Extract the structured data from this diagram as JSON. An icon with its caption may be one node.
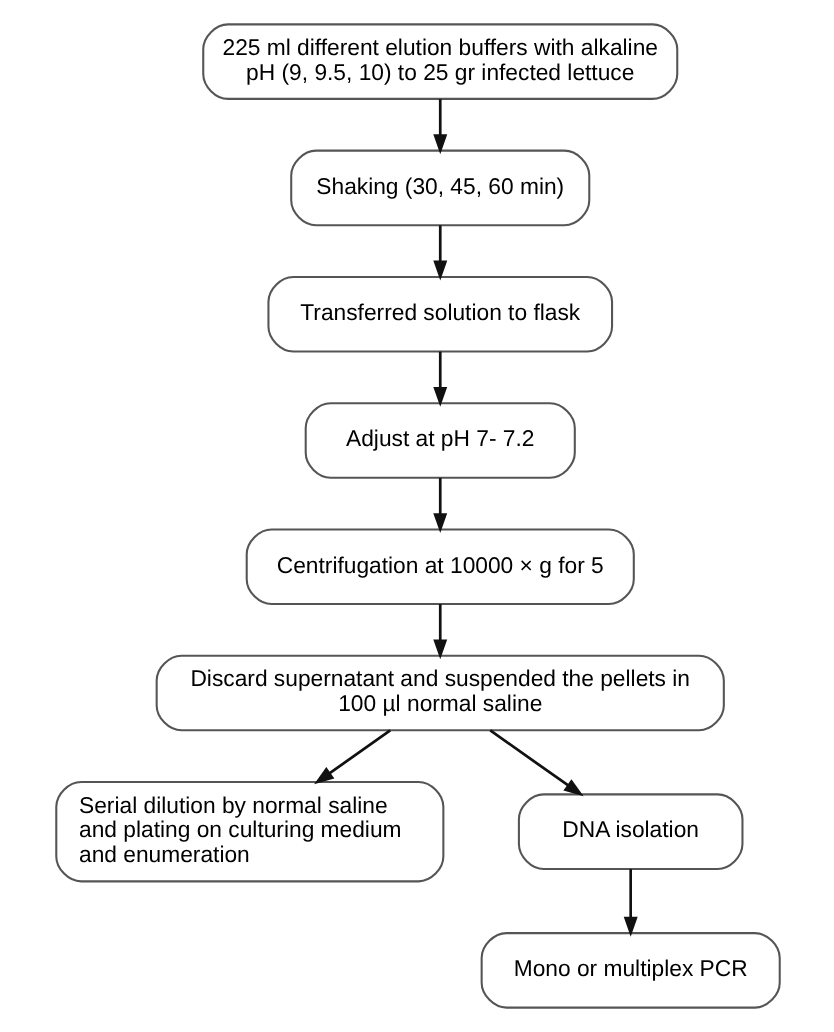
{
  "diagram": {
    "nodes": [
      {
        "text": [
          "225 ml different elution buffers with alkaline pH (9, 9.5, 10) to 25 gr infected lettuce"
        ]
      },
      {
        "text": [
          "Shaking (30, 45, 60 min)"
        ]
      },
      {
        "text": [
          "Transferred solution to flask"
        ]
      },
      {
        "text": [
          "Adjust at pH 7- 7.2"
        ]
      },
      {
        "text": [
          "Centrifugation at 10000 × g for 5"
        ]
      },
      {
        "text": [
          "Discard supernatant and suspended the pellets in 100 µl normal saline"
        ]
      },
      {
        "text": [
          "Serial dilution by normal saline and plating on culturing medium and enumeration"
        ]
      },
      {
        "text": [
          "DNA isolation"
        ]
      },
      {
        "text": [
          "Mono or multiplex PCR"
        ]
      }
    ],
    "edges": [
      {
        "from": 0,
        "to": 1,
        "arrow": "to"
      },
      {
        "from": 1,
        "to": 2,
        "arrow": "to"
      },
      {
        "from": 2,
        "to": 3,
        "arrow": "to"
      },
      {
        "from": 3,
        "to": 4,
        "arrow": "to"
      },
      {
        "from": 4,
        "to": 5,
        "arrow": "to"
      },
      {
        "from": 5,
        "to": 6,
        "arrow": "to"
      },
      {
        "from": 5,
        "to": 7,
        "arrow": "to"
      },
      {
        "from": 7,
        "to": 8,
        "arrow": "to"
      }
    ]
  }
}
